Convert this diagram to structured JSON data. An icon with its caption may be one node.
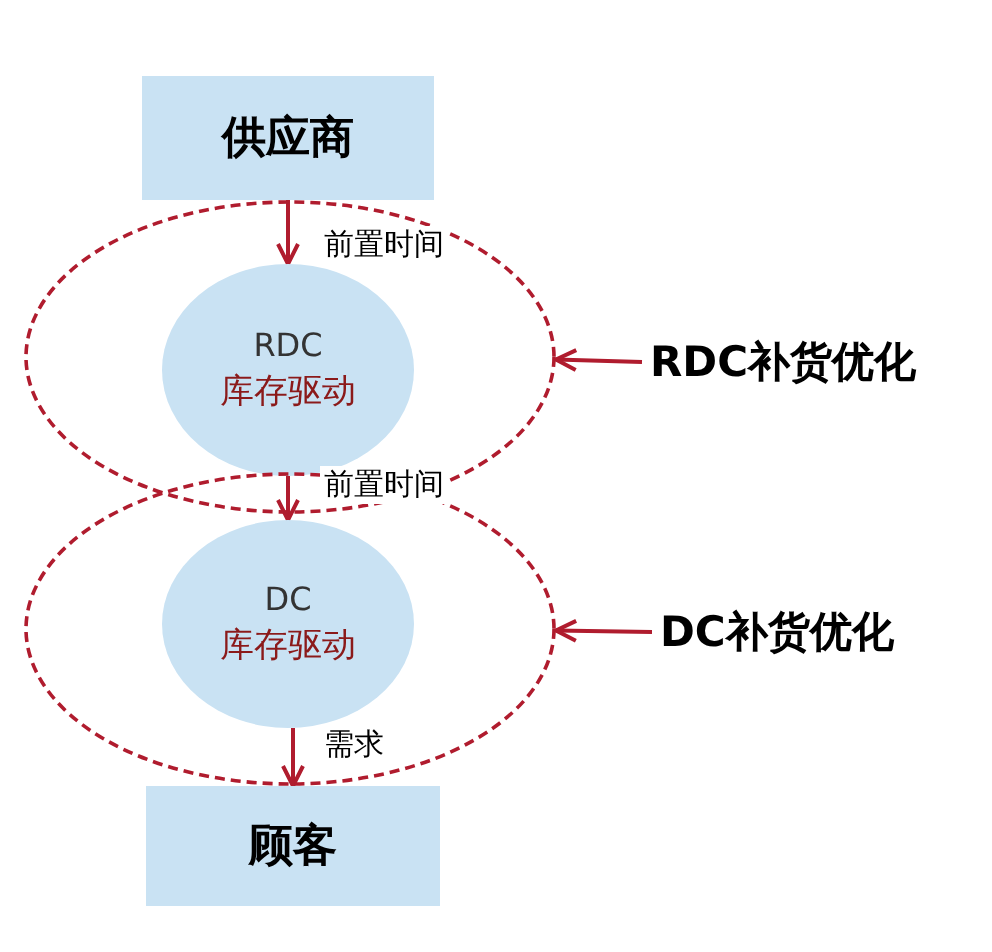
{
  "diagram": {
    "nodes": [
      {
        "text": [
          "供应商"
        ]
      },
      {
        "text": [],
        "shape": "ellipse"
      },
      {
        "text": [
          "RDC",
          "库存驱动"
        ],
        "in": 1
      },
      {
        "text": [],
        "shape": "ellipse"
      },
      {
        "text": [
          "DC",
          "库存驱动"
        ],
        "in": 3
      },
      {
        "text": [
          "顾客"
        ]
      },
      {
        "text": [
          "RDC补货优化"
        ]
      },
      {
        "text": [
          "DC补货优化"
        ]
      }
    ],
    "edges": [
      {
        "from": 0,
        "to": 2,
        "arrow": "to",
        "label": "前置时间"
      },
      {
        "from": 2,
        "to": 4,
        "arrow": "to",
        "label": "前置时间"
      },
      {
        "from": 4,
        "to": 5,
        "arrow": "to",
        "label": "需求"
      },
      {
        "from": 6,
        "to": 1,
        "arrow": "to"
      },
      {
        "from": 7,
        "to": 3,
        "arrow": "to"
      }
    ]
  }
}
